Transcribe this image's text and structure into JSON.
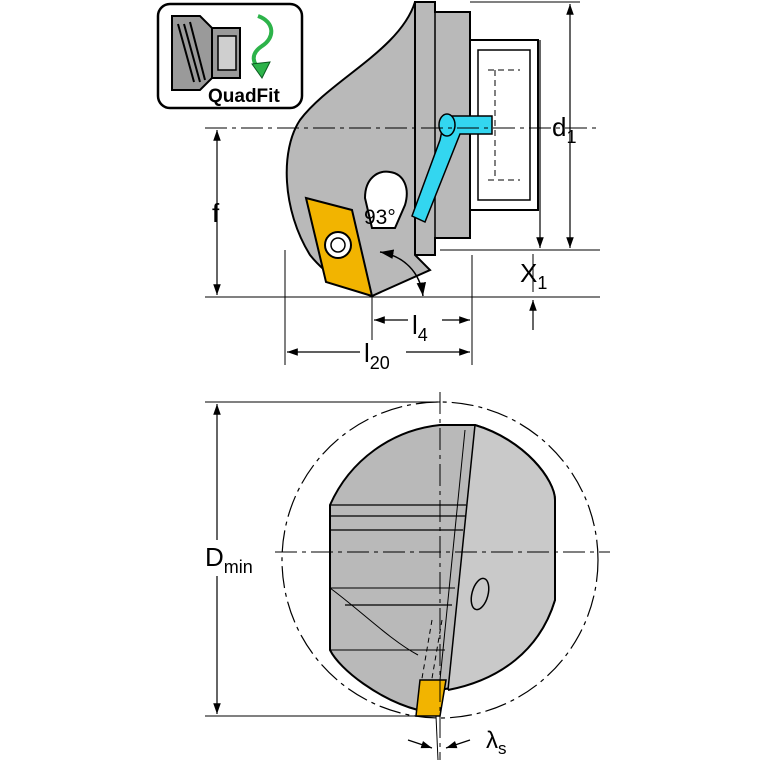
{
  "badge": {
    "text": "QuadFit",
    "icon": "quadfit-coupling-icon",
    "arrow_color": "#2db34a"
  },
  "colors": {
    "body": "#b9b9b9",
    "insert": "#f2b400",
    "coolant": "#33d6f0",
    "outline": "#000000"
  },
  "side_view": {
    "angle_label": "93°",
    "dims": {
      "d": "d",
      "d_sub": "1",
      "f": "f",
      "x": "X",
      "x_sub": "1",
      "l4": "l",
      "l4_sub": "4",
      "l20": "l",
      "l20_sub": "20"
    }
  },
  "end_view": {
    "dims": {
      "dmin": "D",
      "dmin_sub": "min",
      "lambda": "λ",
      "lambda_sub": "s"
    }
  }
}
